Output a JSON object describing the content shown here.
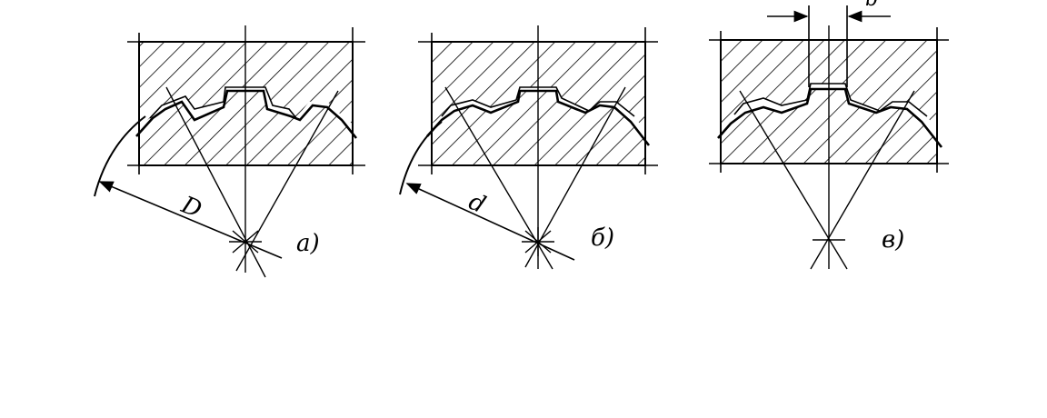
{
  "figures": [
    {
      "id": "a",
      "caption": "а)",
      "dimension_label": "D"
    },
    {
      "id": "b",
      "caption": "б)",
      "dimension_label": "d"
    },
    {
      "id": "c",
      "caption": "в)",
      "dimension_label": "b"
    }
  ],
  "colors": {
    "ink": "#000000",
    "paper": "#ffffff"
  }
}
